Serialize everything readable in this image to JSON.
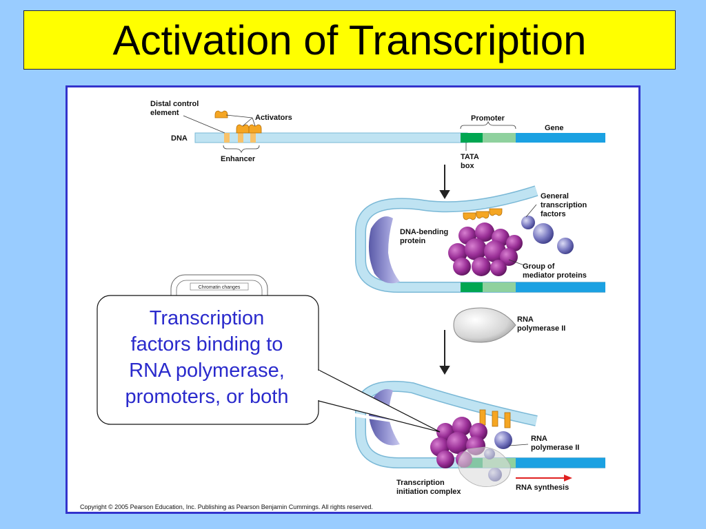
{
  "title": "Activation of Transcription",
  "labels": {
    "distal_control_line1": "Distal control",
    "distal_control_line2": "element",
    "activators": "Activators",
    "dna": "DNA",
    "enhancer": "Enhancer",
    "promoter": "Promoter",
    "gene": "Gene",
    "tata_line1": "TATA",
    "tata_line2": "box",
    "gtf_line1": "General",
    "gtf_line2": "transcription",
    "gtf_line3": "factors",
    "dna_bending_line1": "DNA-bending",
    "dna_bending_line2": "protein",
    "mediator_line1": "Group of",
    "mediator_line2": "mediator proteins",
    "rnap_line1": "RNA",
    "rnap_line2": "polymerase II",
    "rnap2_line1": "RNA",
    "rnap2_line2": "polymerase II",
    "tic_line1": "Transcription",
    "tic_line2": "initiation complex",
    "rna_synthesis": "RNA synthesis",
    "copyright": "Copyright © 2005 Pearson Education, Inc. Publishing as Pearson Benjamin Cummings. All rights reserved.",
    "chromatin": "Chromatin changes"
  },
  "callout": {
    "line1": "Transcription",
    "line2": "factors binding to",
    "line3": "RNA polymerase,",
    "line4": "promoters, or both"
  },
  "colors": {
    "background": "#99ccff",
    "title_bg": "#ffff00",
    "frame": "#3333cc",
    "dna": "#bfe3f2",
    "tata": "#00a651",
    "promoter": "#8fd19e",
    "gene": "#1ba1e2",
    "activator": "#f5a623",
    "mediator": "#8e2a8e",
    "gtf": "#6b6bb5",
    "callout_text": "#2a2acc"
  }
}
